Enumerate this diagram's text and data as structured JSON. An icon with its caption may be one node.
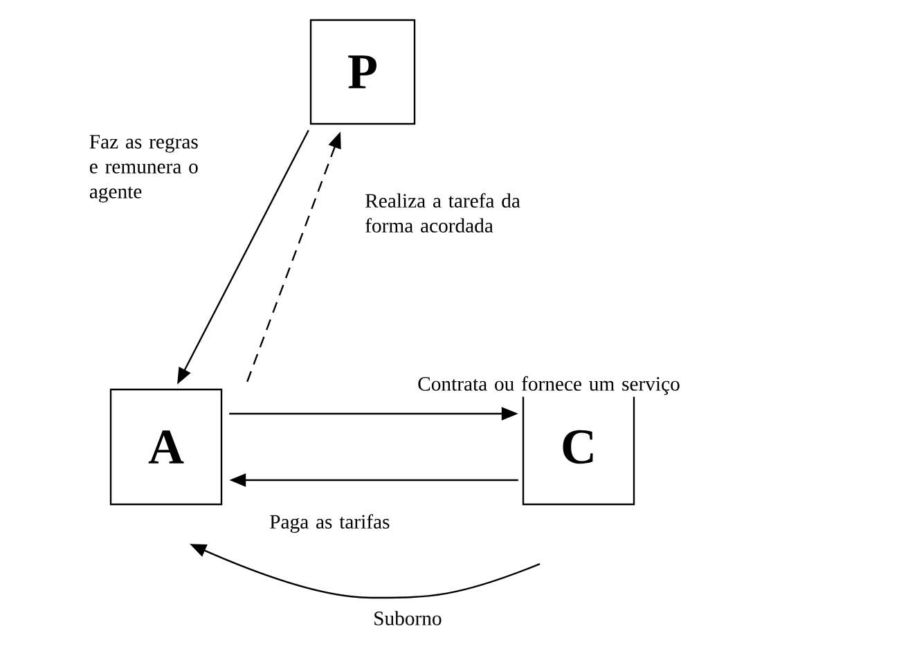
{
  "diagram": {
    "nodes": [
      {
        "text": [
          "P"
        ]
      },
      {
        "text": [
          "A"
        ]
      },
      {
        "text": [
          "C"
        ]
      }
    ],
    "edges": [
      {
        "from": 0,
        "to": 1,
        "arrow": "to",
        "label": "Faz as regras e remunera o agente"
      },
      {
        "from": 1,
        "to": 0,
        "arrow": "to",
        "style": "dashed",
        "label": "Realiza a tarefa da forma acordada"
      },
      {
        "from": 1,
        "to": 2,
        "arrow": "to",
        "label": "Contrata ou fornece um serviço"
      },
      {
        "from": 2,
        "to": 1,
        "arrow": "to",
        "label": "Paga as tarifas"
      },
      {
        "from": 2,
        "to": 1,
        "arrow": "to",
        "label": "Suborno"
      }
    ]
  }
}
